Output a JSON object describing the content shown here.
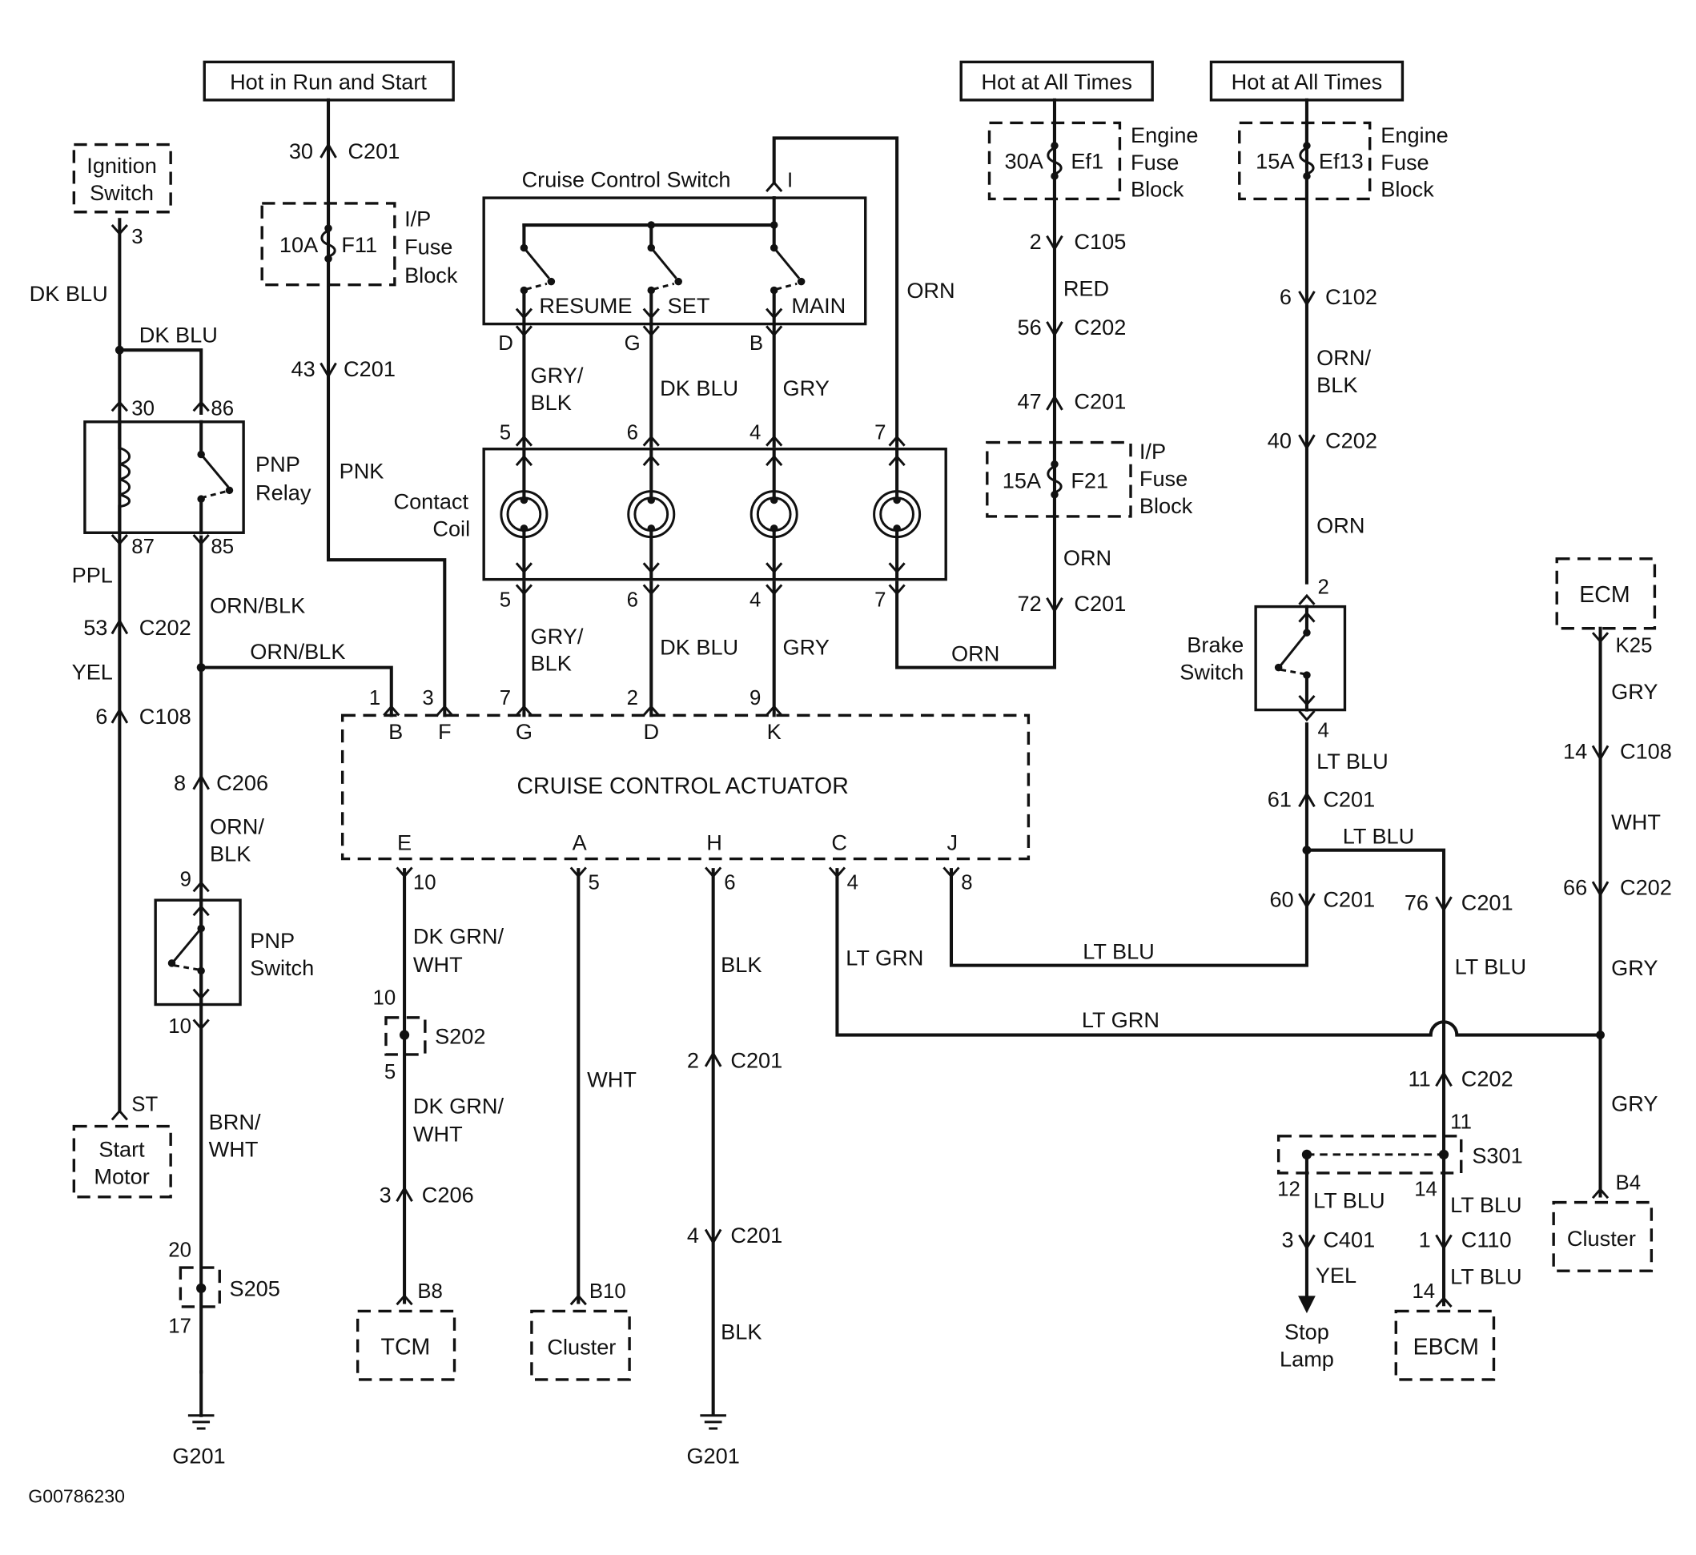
{
  "labels": {
    "hot_run_start": "Hot in Run and Start",
    "hot_all_times_1": "Hot at All Times",
    "hot_all_times_2": "Hot at All Times",
    "ignition_switch": [
      "Ignition",
      "Switch"
    ],
    "cruise_control_switch": "Cruise Control Switch",
    "sw_resume": "RESUME",
    "sw_set": "SET",
    "sw_main": "MAIN",
    "contact_coil": [
      "Contact",
      "Coil"
    ],
    "pnp_relay": [
      "PNP",
      "Relay"
    ],
    "pnp_switch": [
      "PNP",
      "Switch"
    ],
    "brake_switch": [
      "Brake",
      "Switch"
    ],
    "ecm": "ECM",
    "actuator": "CRUISE CONTROL ACTUATOR",
    "start_motor": [
      "Start",
      "Motor"
    ],
    "tcm": "TCM",
    "cluster_1": "Cluster",
    "cluster_2": "Cluster",
    "ebcm": "EBCM",
    "stop_lamp": [
      "Stop",
      "Lamp"
    ],
    "ip_fuse_block_1": [
      "I/P",
      "Fuse",
      "Block"
    ],
    "ip_fuse_block_2": [
      "I/P",
      "Fuse",
      "Block"
    ],
    "engine_fuse_block_1": [
      "Engine",
      "Fuse",
      "Block"
    ],
    "engine_fuse_block_2": [
      "Engine",
      "Fuse",
      "Block"
    ],
    "ground_1": "G201",
    "ground_2": "G201",
    "figure_id": "G00786230"
  },
  "fuses": {
    "f11": {
      "rating": "10A",
      "name": "F11"
    },
    "ef1": {
      "rating": "30A",
      "name": "Ef1"
    },
    "ef13": {
      "rating": "15A",
      "name": "Ef13"
    },
    "f21": {
      "rating": "15A",
      "name": "F21"
    }
  },
  "splices": {
    "s202": "S202",
    "s205": "S205",
    "s301": "S301"
  },
  "connectors": {
    "c201_30": [
      "30",
      "C201"
    ],
    "c201_43": [
      "43",
      "C201"
    ],
    "c202_53": [
      "53",
      "C202"
    ],
    "c108_6": [
      "6",
      "C108"
    ],
    "c206_8": [
      "8",
      "C206"
    ],
    "c105_2": [
      "2",
      "C105"
    ],
    "c202_56": [
      "56",
      "C202"
    ],
    "c201_47": [
      "47",
      "C201"
    ],
    "c201_72": [
      "72",
      "C201"
    ],
    "c102_6": [
      "6",
      "C102"
    ],
    "c202_40": [
      "40",
      "C202"
    ],
    "c201_61": [
      "61",
      "C201"
    ],
    "c201_60": [
      "60",
      "C201"
    ],
    "c201_76": [
      "76",
      "C201"
    ],
    "c108_14": [
      "14",
      "C108"
    ],
    "c202_66": [
      "66",
      "C202"
    ],
    "c206_3": [
      "3",
      "C206"
    ],
    "c201_2": [
      "2",
      "C201"
    ],
    "c201_4": [
      "4",
      "C201"
    ],
    "c202_11": [
      "11",
      "C202"
    ],
    "c401_3": [
      "3",
      "C401"
    ],
    "c110_1": [
      "1",
      "C110"
    ]
  },
  "wires": {
    "dk_blu": "DK BLU",
    "dk_blu_2": "DK BLU",
    "ppl": "PPL",
    "yel": "YEL",
    "orn_blk_1": "ORN/BLK",
    "orn_blk_2": "ORN/BLK",
    "orn_blk_3": [
      "ORN/",
      "BLK"
    ],
    "pnk": "PNK",
    "gry_blk_top": [
      "GRY/",
      "BLK"
    ],
    "dk_blu_top": "DK BLU",
    "gry_top": "GRY",
    "orn_switch": "ORN",
    "gry_blk_bot": [
      "GRY/",
      "BLK"
    ],
    "dk_blu_bot": "DK BLU",
    "gry_bot": "GRY",
    "red": "RED",
    "orn_f21": "ORN",
    "orn_loop": "ORN",
    "orn_blk_brake": [
      "ORN/",
      "BLK"
    ],
    "orn_brake": "ORN",
    "lt_blu_1": "LT BLU",
    "lt_blu_2": "LT BLU",
    "lt_blu_3": "LT BLU",
    "lt_blu_4": "LT BLU",
    "lt_blu_5": "LT BLU",
    "lt_blu_6": "LT BLU",
    "lt_blu_7": "LT BLU",
    "gry_ecm": "GRY",
    "wht_ecm": "WHT",
    "gry_ecm_2": "GRY",
    "gry_ecm_3": "GRY",
    "lt_grn_1": "LT GRN",
    "lt_grn_2": "LT GRN",
    "dk_grn_wht_1": [
      "DK GRN/",
      "WHT"
    ],
    "dk_grn_wht_2": [
      "DK GRN/",
      "WHT"
    ],
    "wht_cluster": "WHT",
    "blk_1": "BLK",
    "blk_2": "BLK",
    "brn_wht": [
      "BRN/",
      "WHT"
    ],
    "yel_stop": "YEL"
  },
  "pins": {
    "ign_3": "3",
    "relay_30": "30",
    "relay_86": "86",
    "relay_87": "87",
    "relay_85": "85",
    "pnp_9": "9",
    "pnp_10": "10",
    "st": "ST",
    "sw_D": "D",
    "sw_G": "G",
    "sw_B": "B",
    "sw_I": "I",
    "coil_5t": "5",
    "coil_6t": "6",
    "coil_4t": "4",
    "coil_7t": "7",
    "coil_5b": "5",
    "coil_6b": "6",
    "coil_4b": "4",
    "coil_7b": "7",
    "act_1": "1",
    "act_3": "3",
    "act_7": "7",
    "act_2": "2",
    "act_9": "9",
    "act_B": "B",
    "act_F": "F",
    "act_G": "G",
    "act_D": "D",
    "act_K": "K",
    "act_E": "E",
    "act_A": "A",
    "act_H": "H",
    "act_C": "C",
    "act_J": "J",
    "act_10": "10",
    "act_5": "5",
    "act_6": "6",
    "act_4": "4",
    "act_8": "8",
    "s202_10": "10",
    "s202_5": "5",
    "s205_20": "20",
    "s205_17": "17",
    "tcm_b8": "B8",
    "cluster_b10": "B10",
    "brake_2": "2",
    "brake_4": "4",
    "ecm_k25": "K25",
    "cluster_b4": "B4",
    "s301_11": "11",
    "s301_12": "12",
    "s301_14": "14",
    "ebcm_14": "14"
  }
}
